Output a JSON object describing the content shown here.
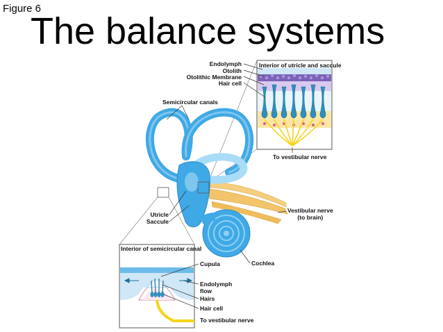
{
  "header": {
    "figure_label": "Figure 6",
    "title": "The balance systems"
  },
  "diagram": {
    "utricle_box": {
      "title": "Interior of utricle and saccule",
      "labels": [
        "Endolymph",
        "Otolith",
        "Otolithic Membrane",
        "Hair cell",
        "To vestibular nerve"
      ]
    },
    "ear": {
      "labels": [
        "Semicircular canals",
        "Utricle",
        "Saccule",
        "Vestibular nerve\n(to brain)",
        "Cochlea"
      ]
    },
    "canal_box": {
      "title": "Interior of semicircular canal",
      "labels": [
        "Cupula",
        "Endolymph\nflow",
        "Hairs",
        "Hair cell",
        "To vestibular nerve"
      ]
    }
  },
  "colors": {
    "labyrinth_blue": "#3fa9e6",
    "labyrinth_light": "#a9dcf7",
    "nerve": "#f3c56b",
    "nerve_yellow": "#f6d417",
    "otolith_purple": "#7b62b8",
    "hair_cell_teal": "#2f8fbf"
  }
}
